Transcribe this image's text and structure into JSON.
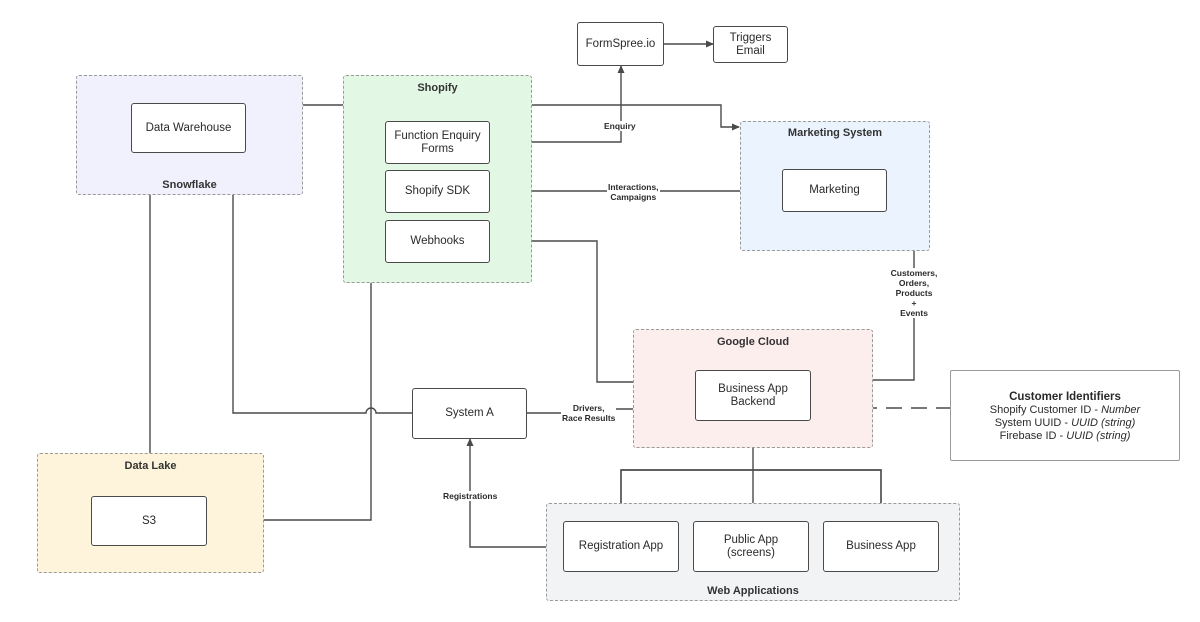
{
  "groups": {
    "snowflake": {
      "title": "Snowflake",
      "fill": "#f1f0fd"
    },
    "shopify": {
      "title": "Shopify",
      "fill": "#e3f8e4"
    },
    "marketing_system": {
      "title": "Marketing System",
      "fill": "#eaf3fe"
    },
    "google_cloud": {
      "title": "Google Cloud",
      "fill": "#fdeeee"
    },
    "data_lake": {
      "title": "Data Lake",
      "fill": "#fef4dc"
    },
    "web_applications": {
      "title": "Web Applications",
      "fill": "#f2f3f4"
    }
  },
  "nodes": {
    "formspree": "FormSpree.io",
    "triggers_email": "Triggers\nEmail",
    "data_warehouse": "Data Warehouse",
    "function_enquiry_forms": "Function Enquiry\nForms",
    "shopify_sdk": "Shopify SDK",
    "webhooks": "Webhooks",
    "marketing": "Marketing",
    "business_app_backend": "Business App\nBackend",
    "system_a": "System A",
    "s3": "S3",
    "registration_app": "Registration App",
    "public_app": "Public App\n(screens)",
    "business_app": "Business App"
  },
  "edge_labels": {
    "enquiry": "Enquiry",
    "interactions_campaigns": "Interactions,\nCampaigns",
    "customers_orders": "Customers,\nOrders,\nProducts\n+\nEvents",
    "drivers_race": "Drivers,\nRace Results",
    "registrations": "Registrations"
  },
  "customer_identifiers": {
    "title": "Customer Identifiers",
    "rows": [
      {
        "label": "Shopify Customer ID - ",
        "type": "Number"
      },
      {
        "label": "System UUID - ",
        "type": "UUID (string)"
      },
      {
        "label": "Firebase ID - ",
        "type": "UUID (string)"
      }
    ]
  },
  "colors": {
    "line": "#4a4a4a",
    "border": "#9a9a9a"
  }
}
